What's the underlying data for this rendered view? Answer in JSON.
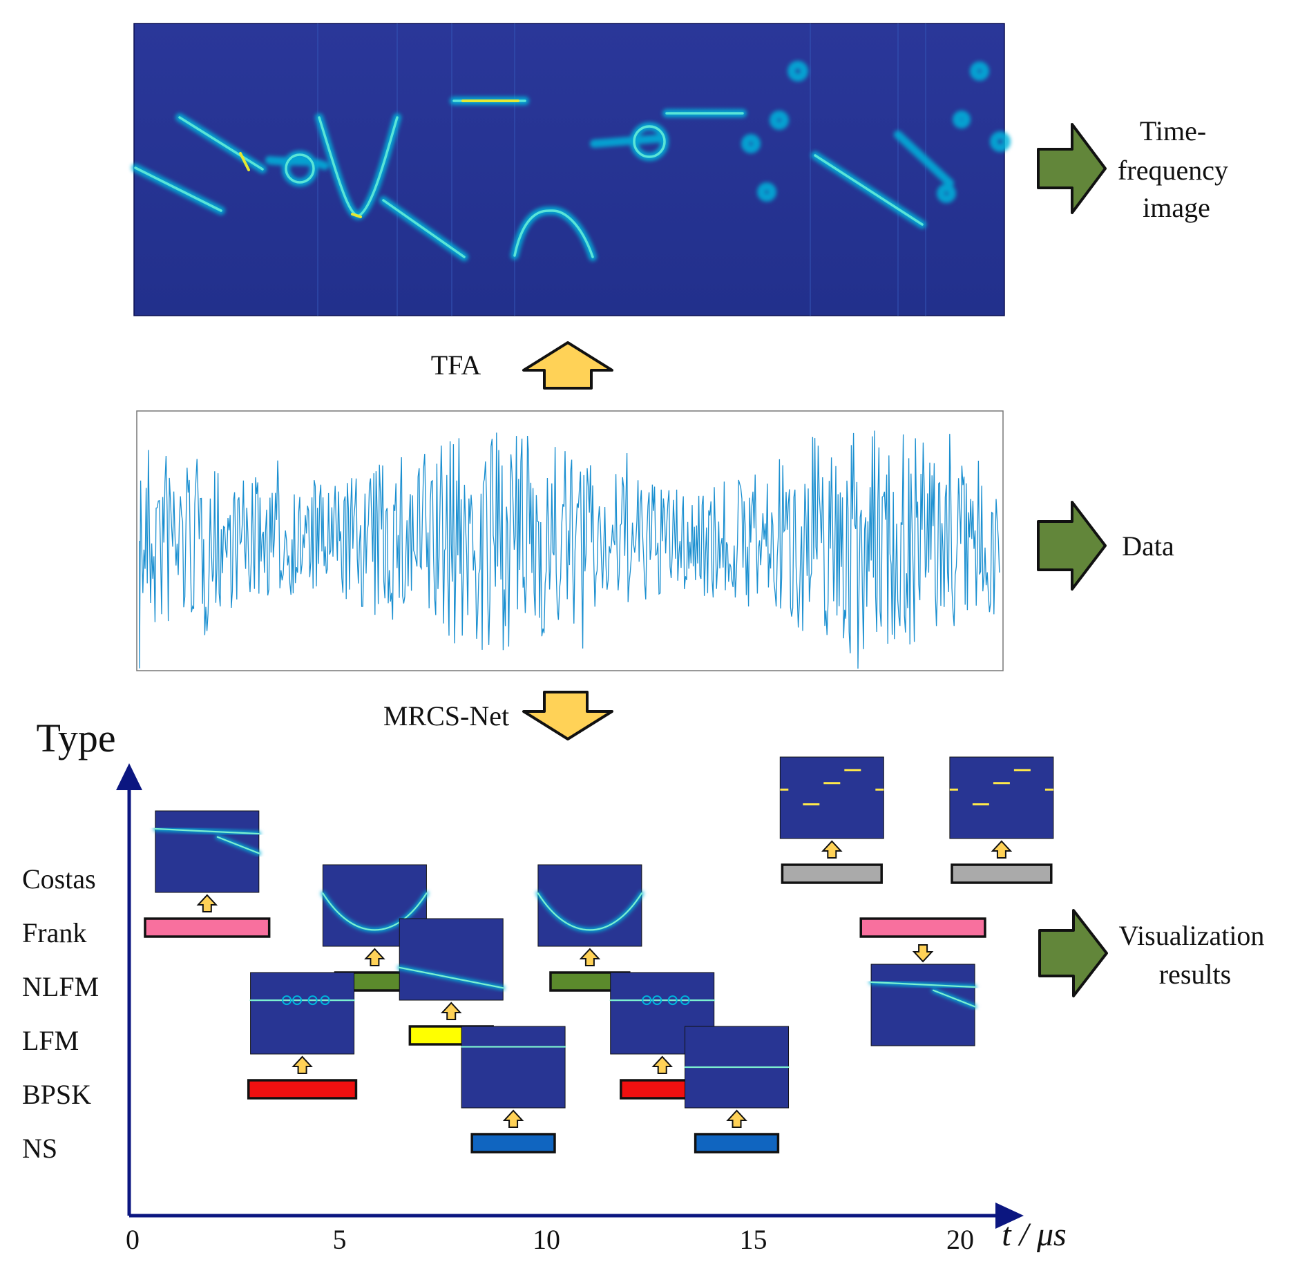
{
  "side_labels": {
    "tf_image_lines": [
      "Time-",
      "frequency",
      "image"
    ],
    "data": "Data",
    "visualization_lines": [
      "Visualization",
      "results"
    ]
  },
  "flow": {
    "tfa": "TFA",
    "net": "MRCS-Net"
  },
  "timeline": {
    "y_axis_title": "Type",
    "x_axis_label": "t / μs",
    "types": [
      "Costas",
      "Frank",
      "NLFM",
      "LFM",
      "BPSK",
      "NS"
    ],
    "x_ticks": [
      0,
      5,
      10,
      15,
      20
    ],
    "segments": [
      {
        "type": "Frank",
        "start": 0.3,
        "end": 3.3,
        "color": "#f8709e"
      },
      {
        "type": "BPSK",
        "start": 2.8,
        "end": 5.4,
        "color": "#f01010"
      },
      {
        "type": "NLFM",
        "start": 4.9,
        "end": 6.8,
        "color": "#5b8a2c"
      },
      {
        "type": "LFM",
        "start": 6.7,
        "end": 8.7,
        "color": "#ffff00"
      },
      {
        "type": "NS",
        "start": 8.2,
        "end": 10.2,
        "color": "#1065c0"
      },
      {
        "type": "NLFM",
        "start": 10.1,
        "end": 12.0,
        "color": "#5b8a2c"
      },
      {
        "type": "BPSK",
        "start": 11.8,
        "end": 13.8,
        "color": "#f01010"
      },
      {
        "type": "NS",
        "start": 13.6,
        "end": 15.6,
        "color": "#1065c0"
      },
      {
        "type": "Costas",
        "start": 15.7,
        "end": 18.1,
        "color": "#aaaaaa"
      },
      {
        "type": "Frank",
        "start": 17.6,
        "end": 20.6,
        "color": "#f8709e"
      },
      {
        "type": "Costas",
        "start": 19.8,
        "end": 22.2,
        "color": "#aaaaaa"
      }
    ]
  },
  "colors": {
    "tf_background": "#283593",
    "tf_glow": "#00b4dc",
    "waveform": "#1a8fd0",
    "side_arrow": "#62863a",
    "flow_arrow": "#ffd257",
    "axis": "#0b1680"
  }
}
